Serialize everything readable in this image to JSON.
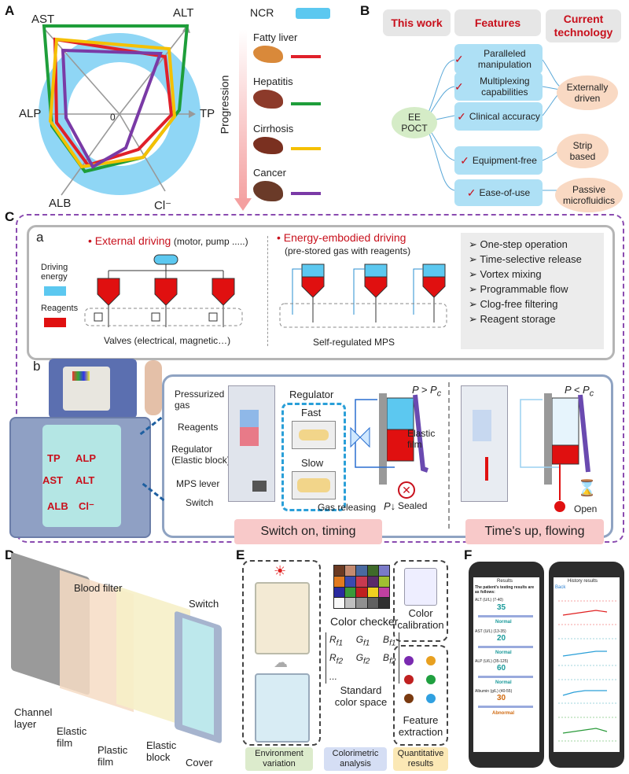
{
  "panelA": {
    "label": "A",
    "axes": [
      "AST",
      "ALT",
      "TP",
      "Cl⁻",
      "ALB",
      "ALP"
    ],
    "zero": "0",
    "legend": [
      {
        "name": "NCR",
        "color": "#5cc8f0"
      },
      {
        "name": "Fatty liver",
        "color": "#e0202a"
      },
      {
        "name": "Hepatitis",
        "color": "#1e9e3a"
      },
      {
        "name": "Cirrhosis",
        "color": "#f5c000"
      },
      {
        "name": "Cancer",
        "color": "#7a3aa6"
      }
    ],
    "progression": "Progression"
  },
  "panelB": {
    "label": "B",
    "col1": "This work",
    "col2": "Features",
    "col3": "Current technology",
    "center": "EE POCT",
    "features": [
      "Paralleled manipulation",
      "Multiplexing capabilities",
      "Clinical accuracy",
      "Equipment-free",
      "Ease-of-use"
    ],
    "current": [
      "Externally driven",
      "Strip based",
      "Passive microfluidics"
    ]
  },
  "panelC": {
    "label": "C",
    "sub_a": "a",
    "sub_b": "b",
    "external_title": "External driving",
    "external_sub": "(motor, pump .....)",
    "energy_title": "Energy-embodied driving",
    "energy_sub": "(pre-stored gas with reagents)",
    "driving_energy": "Driving energy",
    "reagents": "Reagents",
    "valves_caption": "Valves (electrical, magnetic…)",
    "mps_caption": "Self-regulated MPS",
    "list": [
      "One-step operation",
      "Time-selective release",
      "Vortex mixing",
      "Programmable flow",
      "Clog-free filtering",
      "Reagent storage"
    ],
    "chip_labels": [
      "TP",
      "ALP",
      "AST",
      "ALT",
      "ALB",
      "Cl⁻"
    ],
    "device_labels": [
      "Pressurized gas",
      "Reagents",
      "Regulator (Elastic block)",
      "MPS lever",
      "Switch"
    ],
    "regulator": "Regulator",
    "fast": "Fast",
    "slow": "Slow",
    "p_greater": "P > P",
    "p_less": "P < P",
    "p_sub": "c",
    "elastic_film": "Elastic film",
    "sealed": "Sealed",
    "open": "Open",
    "gas_releasing": "Gas releasing",
    "p_down": "P↓",
    "switch_on": "Switch on, timing",
    "times_up": "Time's up, flowing"
  },
  "panelD": {
    "label": "D",
    "parts": [
      "Blood filter",
      "Switch",
      "Channel layer",
      "Elastic film",
      "Plastic film",
      "Elastic block",
      "Cover"
    ]
  },
  "panelE": {
    "label": "E",
    "color_checker": "Color checker",
    "color_calibration": "Color calibration",
    "matrix": [
      [
        "R",
        "f1",
        "G",
        "f1",
        "B",
        "f1"
      ],
      [
        "R",
        "f2",
        "G",
        "f2",
        "B",
        "f2"
      ]
    ],
    "dots": "...",
    "standard_space": "Standard color space",
    "feature_extraction": "Feature extraction",
    "tags": [
      "Environment variation",
      "Colorimetric analysis",
      "Quantitative results"
    ]
  },
  "panelF": {
    "label": "F",
    "phone1_title": "Results",
    "phone1_intro": "The patient's testing results are as follows:",
    "phone1_items": [
      {
        "name": "ALT (U/L) (7-40)",
        "value": "35",
        "status": "Normal"
      },
      {
        "name": "AST (U/L) (13-35)",
        "value": "20",
        "status": "Normal"
      },
      {
        "name": "ALP (U/L) (35-125)",
        "value": "60",
        "status": "Normal"
      },
      {
        "name": "Albumin (g/L) (40-55)",
        "value": "30",
        "status": "Abnormal"
      }
    ],
    "phone2_title": "History results",
    "phone2_back": "Back"
  }
}
